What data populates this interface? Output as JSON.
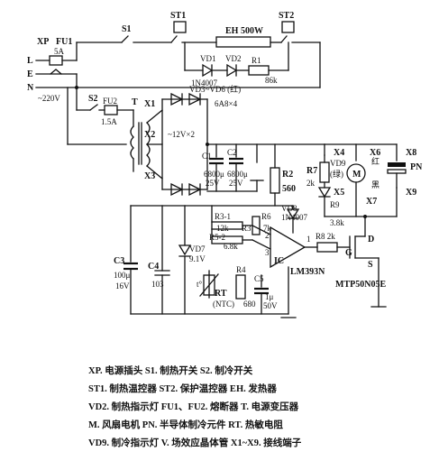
{
  "labels": {
    "xp": "XP",
    "fu1": "FU1",
    "l": "L",
    "e": "E",
    "n": "N",
    "a5": "5A",
    "v220": "~220V",
    "s1": "S1",
    "st1": "ST1",
    "st2": "ST2",
    "eh": "EH 500W",
    "vd1": "VD1",
    "vd2": "VD2",
    "r1": "R1",
    "k86": "86k",
    "n4007": "1N4007",
    "s2": "S2",
    "fu2": "FU2",
    "a15": "1.5A",
    "t": "T",
    "x1": "X1",
    "x2": "X2",
    "x3": "X3",
    "v12x2": "~12V×2",
    "vd3vd6": "VD3~VD6 (红)",
    "a6x4": "6A8×4",
    "c1": "C1",
    "c2": "C2",
    "u6800a": "6800μ",
    "v25a": "25V",
    "u6800b": "6800μ",
    "v25b": "25V",
    "x4": "X4",
    "x5": "X5",
    "x6": "X6",
    "x7": "X7",
    "x8": "X8",
    "x9": "X9",
    "hong": "红",
    "hei": "黑",
    "r7": "R7",
    "k2a": "2k",
    "vd9": "VD9",
    "lv": "(绿)",
    "m": "M",
    "pn": "PN",
    "r9": "R9",
    "k38": "3.8k",
    "r2": "R2",
    "r560": "560",
    "vd8": "VD8",
    "n4007b": "1N4007",
    "r3_1": "R3-1",
    "k12": "12k",
    "r3": "R3",
    "k7": "7k",
    "r5_2": "R5-2",
    "k68": "6.8k",
    "r6": "R6",
    "vd7": "VD7",
    "v91": "9.1V",
    "p2": "2",
    "p3": "3",
    "p1": "1",
    "ic": "IC",
    "r8": "R8 2k",
    "g": "G",
    "dd": "D",
    "ss": "S",
    "c3": "C3",
    "u100": "100μ",
    "v16": "16V",
    "c4": "C4",
    "c103": "103",
    "t_deg": "t°",
    "rt": "RT",
    "ntc": "(NTC)",
    "r4": "R4",
    "r680": "680",
    "c5": "C5",
    "u1": "1μ",
    "v50": "50V",
    "lm": "LM393N",
    "mtp": "MTP50N05E"
  },
  "legend": [
    "XP. 电源插头   S1. 制热开关   S2. 制冷开关",
    "ST1. 制热温控器   ST2. 保护温控器   EH. 发热器",
    "VD2. 制热指示灯   FU1、FU2. 熔断器   T. 电源变压器",
    "M. 风扇电机   PN. 半导体制冷元件   RT. 热敏电阻",
    "VD9. 制冷指示灯   V. 场效应晶体管   X1~X9. 接线端子"
  ]
}
